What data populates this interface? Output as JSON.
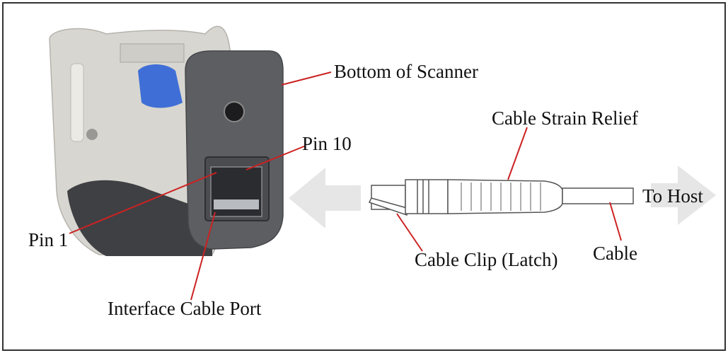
{
  "labels": {
    "bottom_of_scanner": "Bottom of Scanner",
    "cable_strain_relief": "Cable Strain Relief",
    "pin_10": "Pin 10",
    "to_host": "To Host",
    "pin_1": "Pin 1",
    "cable_clip": "Cable Clip (Latch)",
    "cable": "Cable",
    "interface_cable_port": "Interface Cable Port"
  },
  "colors": {
    "leader_line": "#cc2222",
    "frame": "#333333",
    "arrow": "#e6e6e6",
    "scanner_body": "#d8d6d0",
    "scanner_cap": "#5c5e62",
    "scanner_base": "#3e4044",
    "blue_part": "#3f6fd6",
    "connector_outline": "#555555"
  },
  "icons": {
    "scanner": "scanner-bottom-photo",
    "connector": "rj45-cable-connector",
    "direction": "double-arrow"
  }
}
